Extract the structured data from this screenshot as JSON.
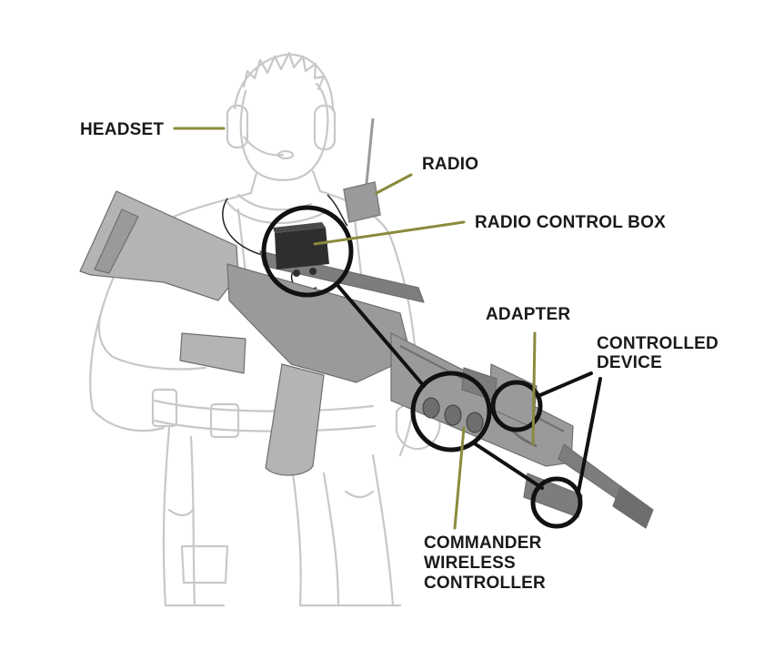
{
  "diagram": {
    "labels": {
      "headset": "HEADSET",
      "radio": "RADIO",
      "radio_control_box": "RADIO CONTROL BOX",
      "adapter": "ADAPTER",
      "controlled_device": [
        "CONTROLLED",
        "DEVICE"
      ],
      "commander_wireless_controller": [
        "COMMANDER",
        "WIRELESS",
        "CONTROLLER"
      ]
    },
    "colors": {
      "leader_olive": "#8a8a3c",
      "leader_black": "#111111",
      "figure_outline": "#c8c8c8",
      "rifle_dark": "#7d7d7d",
      "rifle_mid": "#9a9a9a",
      "rifle_light": "#b4b4b4",
      "box_dark": "#2e2e2e"
    }
  }
}
